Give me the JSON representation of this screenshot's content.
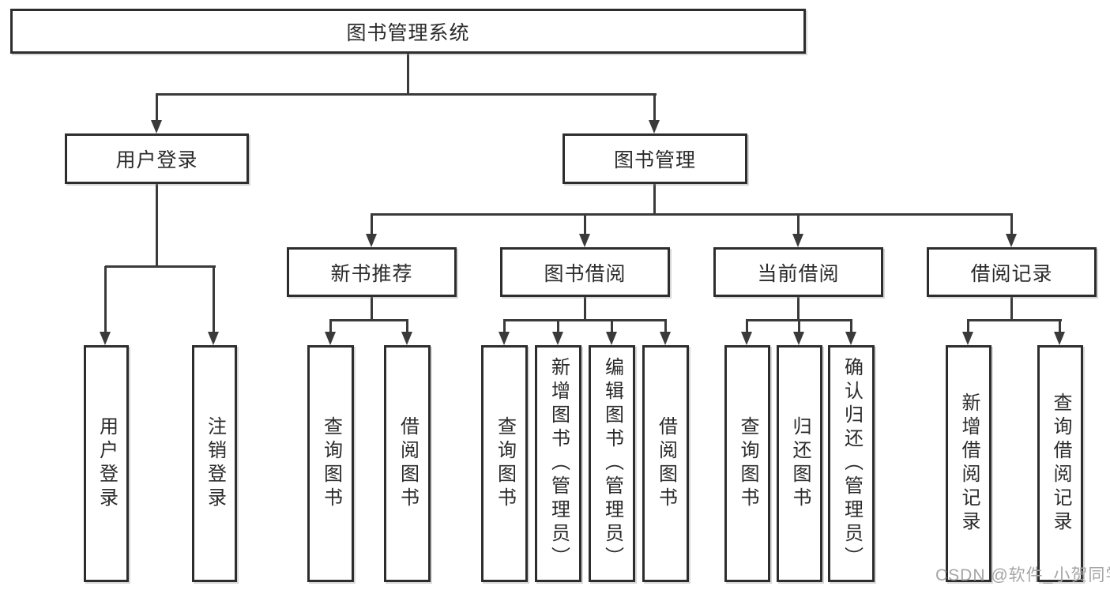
{
  "tree": {
    "root": "图书管理系统",
    "login": {
      "label": "用户登录",
      "children": [
        "用户登录",
        "注销登录"
      ]
    },
    "management": {
      "label": "图书管理",
      "sections": [
        {
          "label": "新书推荐",
          "children": [
            "查询图书",
            "借阅图书"
          ]
        },
        {
          "label": "图书借阅",
          "children": [
            "查询图书",
            "新增图书（管理员）",
            "编辑图书（管理员）",
            "借阅图书"
          ]
        },
        {
          "label": "当前借阅",
          "children": [
            "查询图书",
            "归还图书",
            "确认归还（管理员）"
          ]
        },
        {
          "label": "借阅记录",
          "children": [
            "新增借阅记录",
            "查询借阅记录"
          ]
        }
      ]
    }
  },
  "watermark": "CSDN @软件_小贺同学",
  "colors": {
    "line": "#3a3a3a",
    "border": "#2d2d2d",
    "text": "#2b2b2b",
    "wm": "#a5a5a5",
    "bg": "#ffffff"
  }
}
